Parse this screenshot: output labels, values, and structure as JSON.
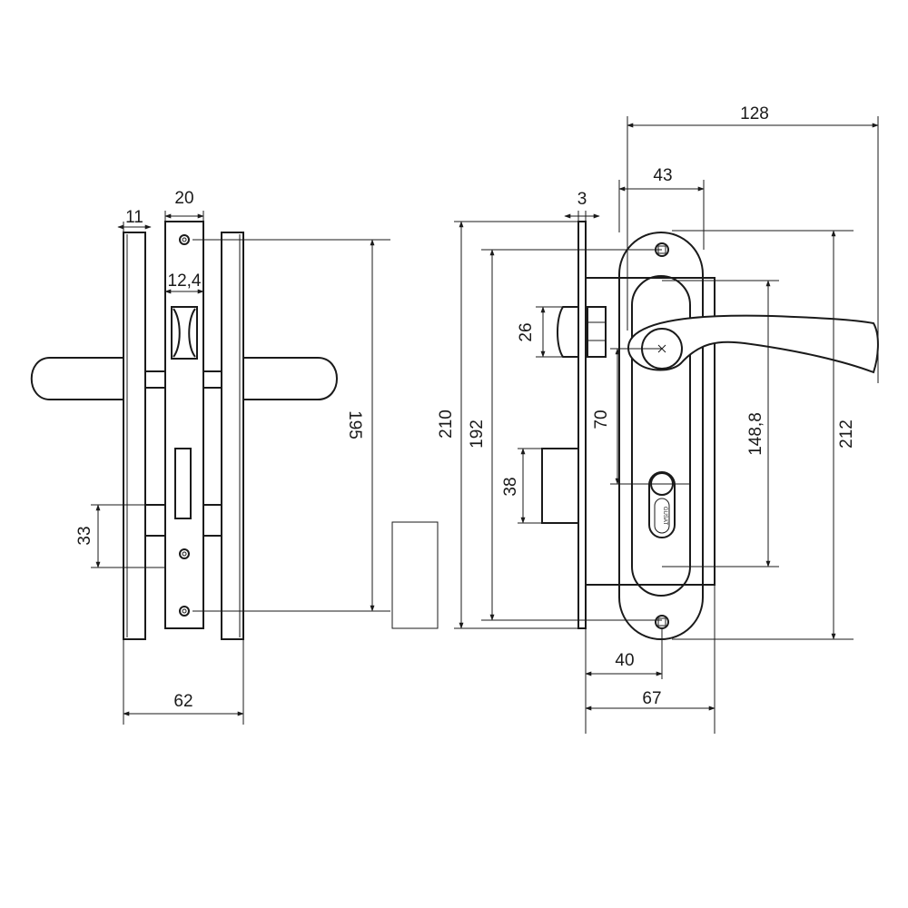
{
  "dimensions": {
    "side_view": {
      "plate_thickness": "11",
      "faceplate_width": "20",
      "cylinder_width": "12,4",
      "height_195": "195",
      "bolt_height": "33",
      "overall_depth": "62"
    },
    "front_view": {
      "faceplate_thickness": "3",
      "lever_reach": "128",
      "rosette_offset": "43",
      "latch_height": "26",
      "case_height": "210",
      "faceplate_height": "192",
      "center_distance": "70",
      "bolt_height": "38",
      "screw_spacing": "148,8",
      "plate_height": "212",
      "backset": "40",
      "depth": "67"
    }
  },
  "cylinder_marking": "GUSAT",
  "colors": {
    "line": "#1a1a1a",
    "background": "#ffffff",
    "bolt_fill": "#ffffff"
  }
}
